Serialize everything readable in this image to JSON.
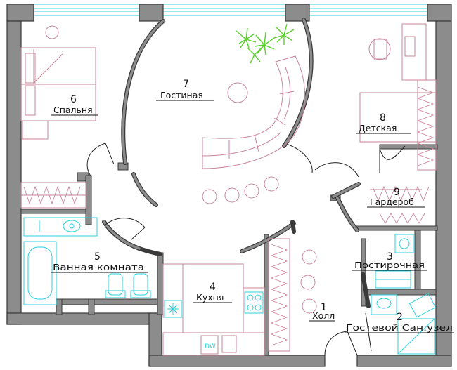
{
  "colors": {
    "wall": "#8c8c8c",
    "wall_edge": "#3a3a3a",
    "furniture": "#c8859a",
    "fixture": "#28d2de",
    "plant": "#58d22a",
    "label_line": "#111111"
  },
  "rooms": [
    {
      "number": "1",
      "name": "Холл"
    },
    {
      "number": "2",
      "name": "Гостевой Сан.узел"
    },
    {
      "number": "3",
      "name": "Постирочная"
    },
    {
      "number": "4",
      "name": "Кухня"
    },
    {
      "number": "5",
      "name": "Ванная комната"
    },
    {
      "number": "6",
      "name": "Спальня"
    },
    {
      "number": "7",
      "name": "Гостиная"
    },
    {
      "number": "8",
      "name": "Детская"
    },
    {
      "number": "9",
      "name": "Гардероб"
    }
  ],
  "appliance_labels": {
    "dishwasher": "DW"
  }
}
